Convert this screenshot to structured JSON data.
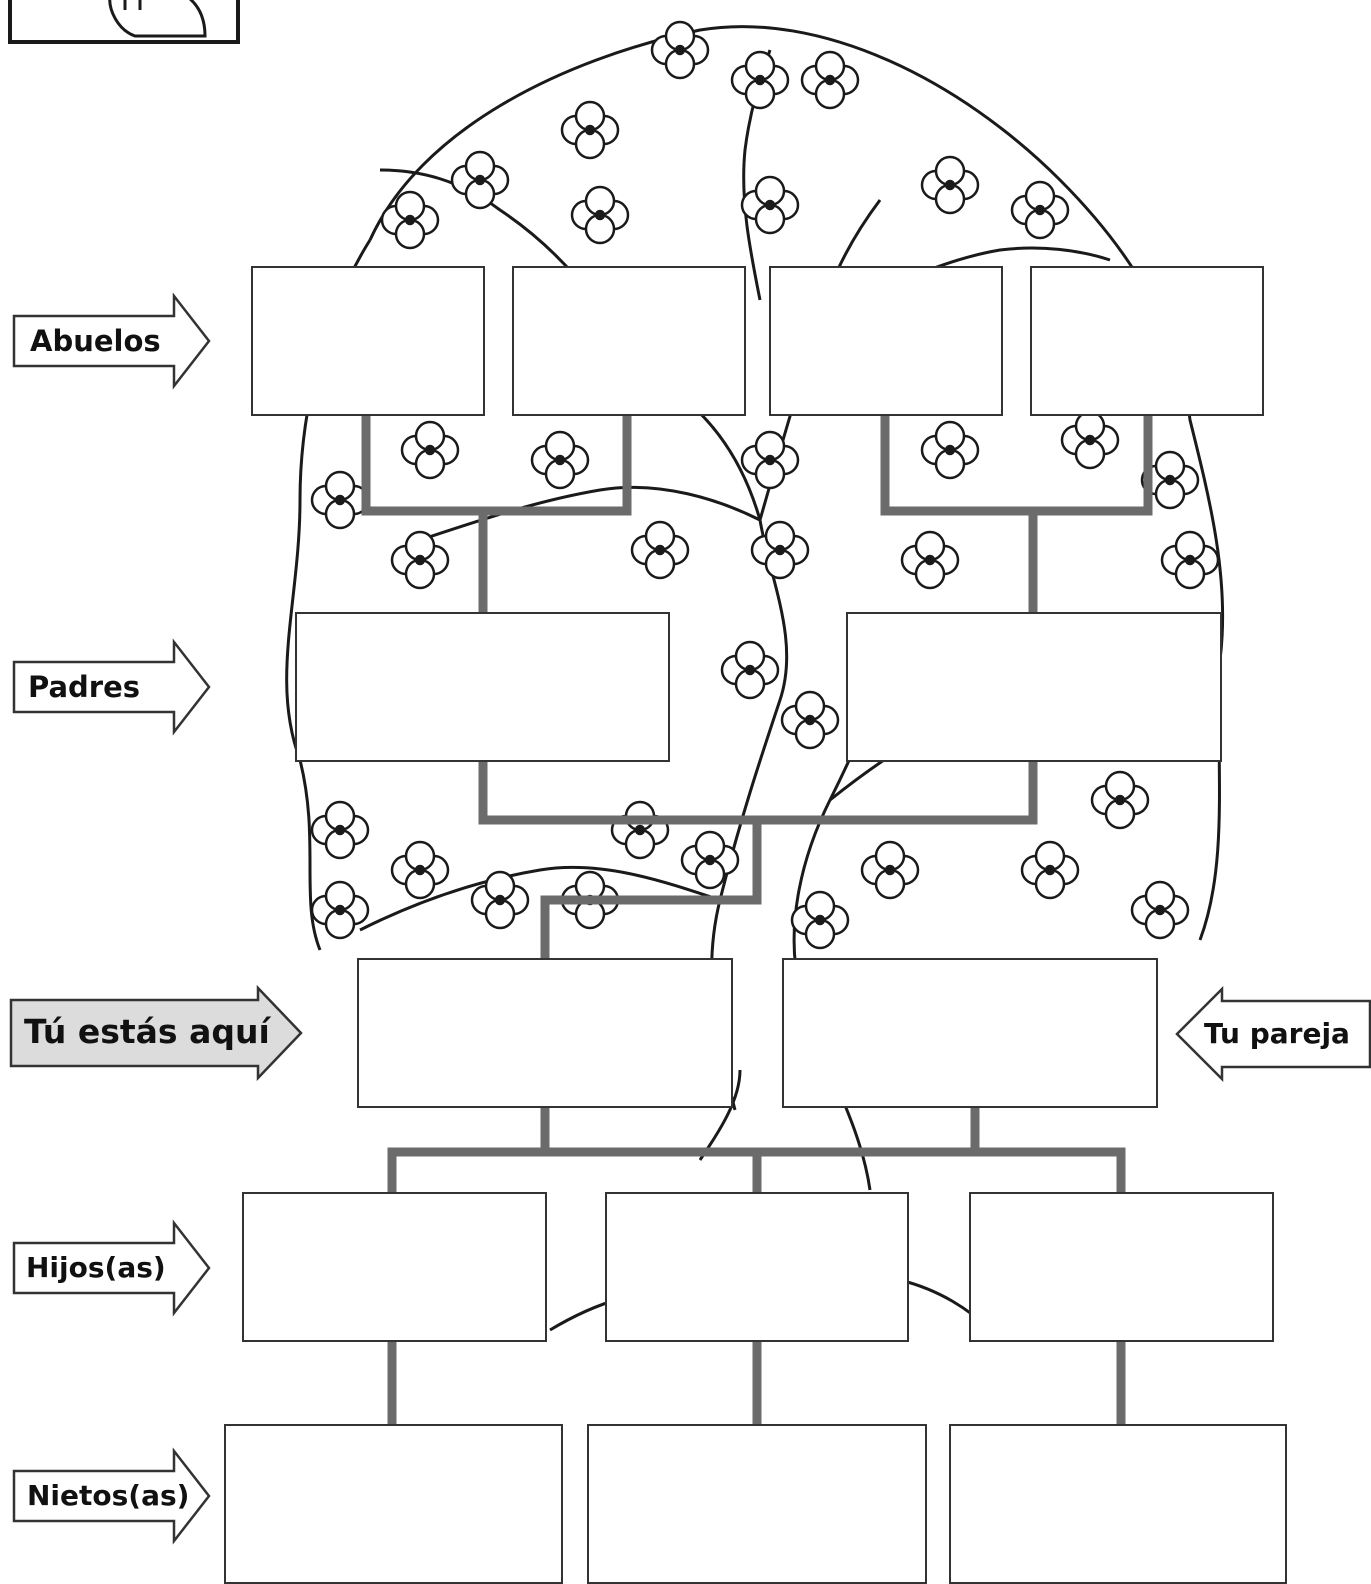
{
  "colors": {
    "box_border": "#333333",
    "connector": "#6b6b6c",
    "arrow_fill": "#ffffff",
    "arrow_fill_highlight": "#dcdcdc",
    "ink": "#111111"
  },
  "labels": {
    "abuelos": "Abuelos",
    "padres": "Padres",
    "tu": "Tú estás aquí",
    "pareja": "Tu pareja",
    "hijos": "Hijos(as)",
    "nietos": "Nietos(as)"
  },
  "icons": {
    "background": "flowering-tree-icon",
    "corner": "hand-drawing-icon"
  },
  "generations": {
    "abuelos_count": 4,
    "padres_count": 2,
    "pareja_count": 2,
    "hijos_count": 3,
    "nietos_count": 3
  }
}
